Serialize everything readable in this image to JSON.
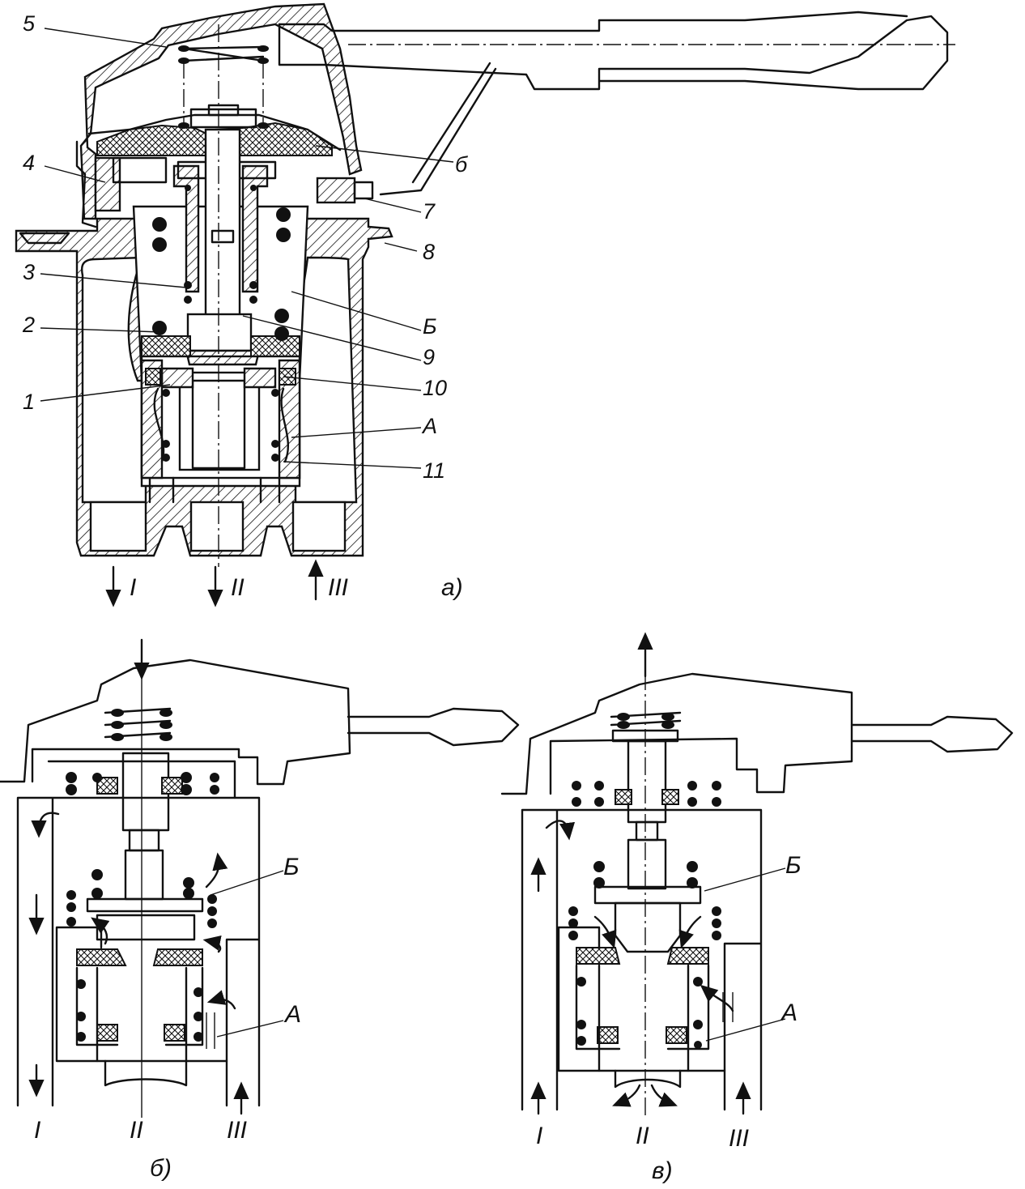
{
  "figure_a": {
    "caption": "а)",
    "callouts": [
      "5",
      "4",
      "3",
      "2",
      "1",
      "б",
      "7",
      "8",
      "Б",
      "9",
      "10",
      "А",
      "11"
    ],
    "ports": [
      "I",
      "II",
      "III"
    ]
  },
  "figure_b": {
    "caption": "б)",
    "callouts": [
      "Б",
      "А"
    ],
    "ports": [
      "I",
      "II",
      "III"
    ]
  },
  "figure_c": {
    "caption": "в)",
    "callouts": [
      "Б",
      "А"
    ],
    "ports": [
      "I",
      "II",
      "III"
    ]
  }
}
